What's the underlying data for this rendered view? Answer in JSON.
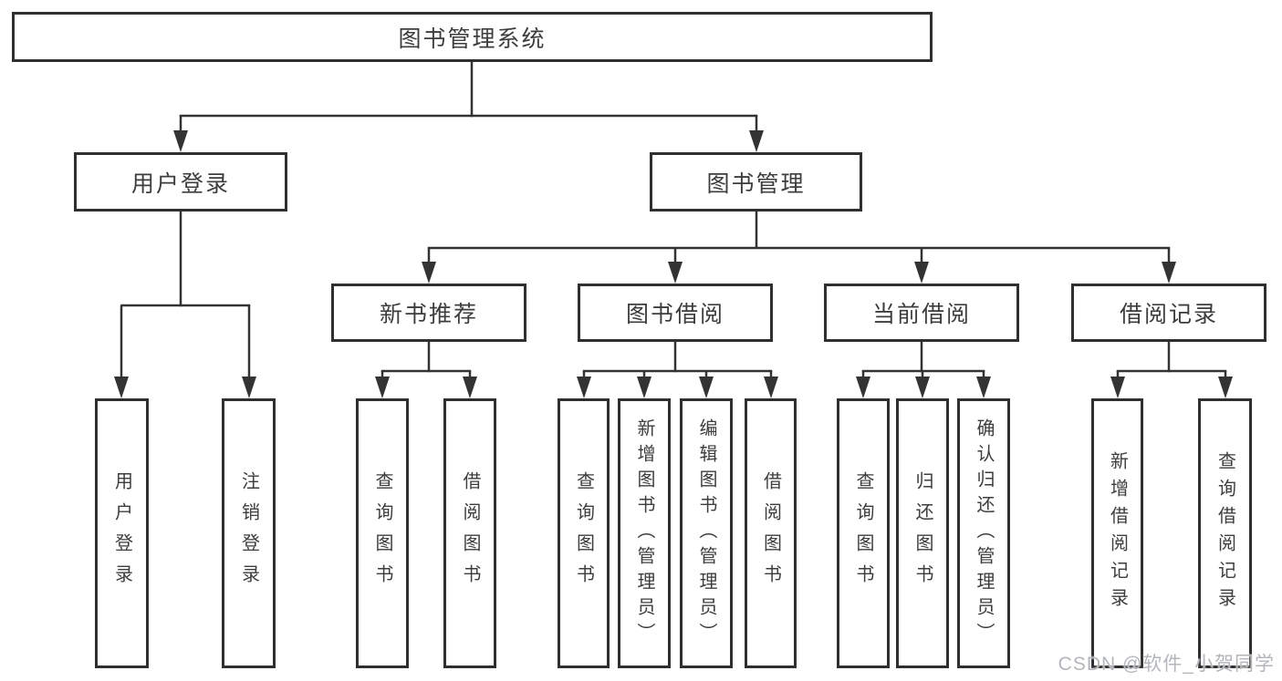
{
  "colors": {
    "border": "#2f2f2f",
    "line": "#333333",
    "text": "#3d3d3d",
    "watermark": "#b3b6ba",
    "bg": "#ffffff"
  },
  "tree": {
    "label": "图书管理系统",
    "children": [
      {
        "label": "用户登录",
        "children": [
          {
            "label": "用户登录"
          },
          {
            "label": "注销登录"
          }
        ]
      },
      {
        "label": "图书管理",
        "children": [
          {
            "label": "新书推荐",
            "children": [
              {
                "label": "查询图书"
              },
              {
                "label": "借阅图书"
              }
            ]
          },
          {
            "label": "图书借阅",
            "children": [
              {
                "label": "查询图书"
              },
              {
                "label": "新增图书（管理员）"
              },
              {
                "label": "编辑图书（管理员）"
              },
              {
                "label": "借阅图书"
              }
            ]
          },
          {
            "label": "当前借阅",
            "children": [
              {
                "label": "查询图书"
              },
              {
                "label": "归还图书"
              },
              {
                "label": "确认归还（管理员）"
              }
            ]
          },
          {
            "label": "借阅记录",
            "children": [
              {
                "label": "新增借阅记录"
              },
              {
                "label": "查询借阅记录"
              }
            ]
          }
        ]
      }
    ]
  },
  "watermark": {
    "text": "CSDN @软件_小贺同学"
  }
}
